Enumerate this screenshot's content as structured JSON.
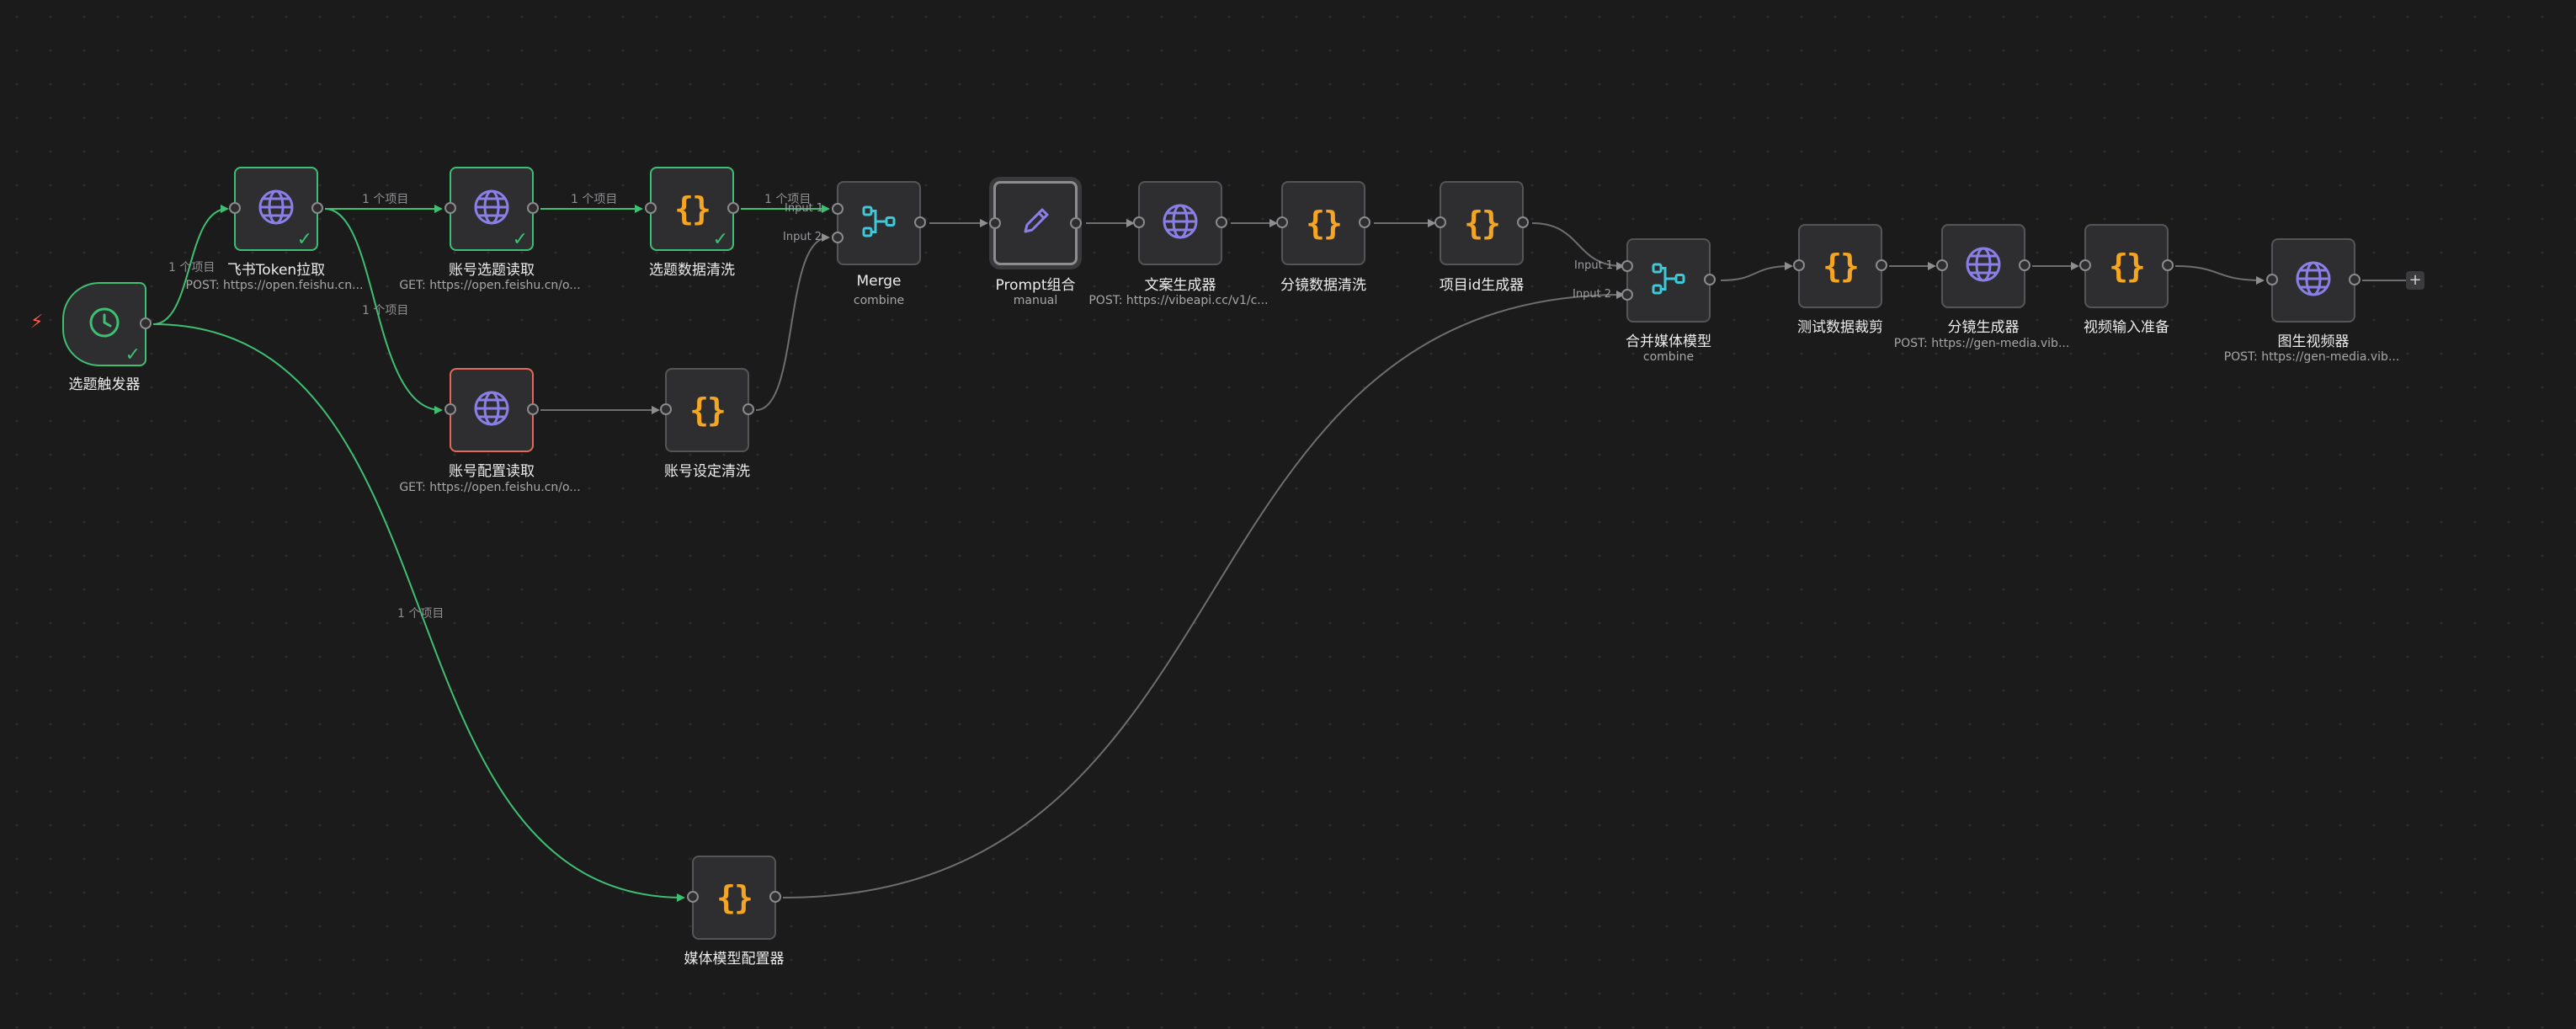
{
  "edge_item_label": "1 个项目",
  "input_labels": {
    "input1": "Input 1",
    "input2": "Input 2"
  },
  "colors": {
    "background": "#1b1b1c",
    "success": "#3fbf72",
    "error": "#e26a57",
    "code_icon": "#f5a524",
    "http_icon": "#8a7fe6",
    "merge_icon": "#3ec8d8",
    "trigger_icon": "#3fbf72"
  },
  "nodes": {
    "trigger": {
      "title": "选题触发器",
      "icon": "clock-icon"
    },
    "feishu_token": {
      "title": "飞书Token拉取",
      "subtitle": "POST: https://open.feishu.cn...",
      "icon": "globe-icon"
    },
    "account_topics": {
      "title": "账号选题读取",
      "subtitle": "GET: https://open.feishu.cn/o...",
      "icon": "globe-icon"
    },
    "topic_clean": {
      "title": "选题数据清洗",
      "icon": "code-braces-icon"
    },
    "account_config": {
      "title": "账号配置读取",
      "subtitle": "GET: https://open.feishu.cn/o...",
      "icon": "globe-icon"
    },
    "account_clean": {
      "title": "账号设定清洗",
      "icon": "code-braces-icon"
    },
    "merge": {
      "title": "Merge",
      "subtitle": "combine",
      "icon": "merge-icon"
    },
    "prompt": {
      "title": "Prompt组合",
      "subtitle": "manual",
      "icon": "pencil-icon"
    },
    "copy_gen": {
      "title": "文案生成器",
      "subtitle": "POST: https://vibeapi.cc/v1/c...",
      "icon": "globe-icon"
    },
    "storyboard_clean": {
      "title": "分镜数据清洗",
      "icon": "code-braces-icon"
    },
    "project_id": {
      "title": "项目id生成器",
      "icon": "code-braces-icon"
    },
    "merge_media": {
      "title": "合并媒体模型",
      "subtitle": "combine",
      "icon": "merge-icon"
    },
    "test_trim": {
      "title": "测试数据裁剪",
      "icon": "code-braces-icon"
    },
    "storyboard_gen": {
      "title": "分镜生成器",
      "subtitle": "POST: https://gen-media.vib...",
      "icon": "globe-icon"
    },
    "video_prep": {
      "title": "视频输入准备",
      "icon": "code-braces-icon"
    },
    "img2video": {
      "title": "图生视频器",
      "subtitle": "POST: https://gen-media.vib...",
      "icon": "globe-icon"
    },
    "media_config": {
      "title": "媒体模型配置器",
      "icon": "code-braces-icon"
    }
  },
  "add_button": "+"
}
